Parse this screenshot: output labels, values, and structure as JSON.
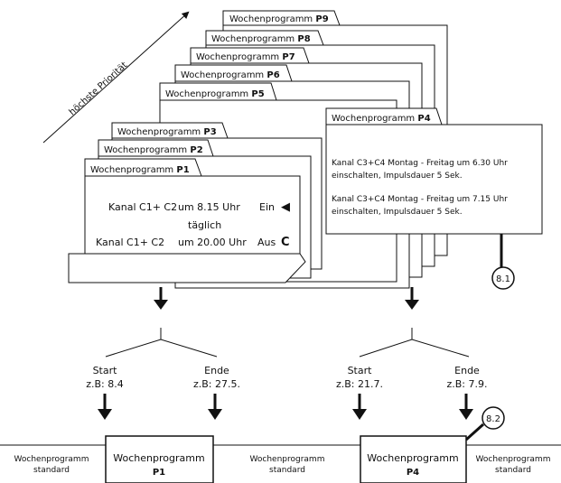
{
  "diagonal_label": "höchste Priorität",
  "tab_prefix": "Wochenprogramm",
  "programs": {
    "p1": "P1",
    "p2": "P2",
    "p3": "P3",
    "p4": "P4",
    "p5": "P5",
    "p6": "P6",
    "p7": "P7",
    "p8": "P8",
    "p9": "P9"
  },
  "p1_card": {
    "row1_kanal": "Kanal C1+ C2",
    "row1_time": "um 8.15 Uhr",
    "row1_state": "Ein",
    "row1_daily": "täglich",
    "row2_kanal": "Kanal C1+ C2",
    "row2_time": "um 20.00 Uhr",
    "row2_state": "Aus",
    "on_symbol": "◀",
    "off_symbol": "C"
  },
  "p4_card": {
    "entry1_line1": "Kanal C3+C4 Montag - Freitag um 6.30 Uhr",
    "entry1_line2": "einschalten, Impulsdauer 5 Sek.",
    "entry2_line1": "Kanal C3+C4 Montag - Freitag um 7.15 Uhr",
    "entry2_line2": "einschalten, Impulsdauer 5 Sek."
  },
  "callouts": {
    "c1": "8.1",
    "c2": "8.2"
  },
  "left_range": {
    "start_label": "Start",
    "start_value": "z.B: 8.4",
    "end_label": "Ende",
    "end_value": "z.B: 27.5."
  },
  "right_range": {
    "start_label": "Start",
    "start_value": "z.B: 21.7.",
    "end_label": "Ende",
    "end_value": "z.B: 7.9."
  },
  "timeline": {
    "seg1_line1": "Wochenprogramm",
    "seg1_line2": "standard",
    "seg2_line1": "Wochenprogramm",
    "seg2_line2": "P1",
    "seg3_line1": "Wochenprogramm",
    "seg3_line2": "standard",
    "seg4_line1": "Wochenprogramm",
    "seg4_line2": "P4",
    "seg5_line1": "Wochenprogramm",
    "seg5_line2": "standard"
  }
}
